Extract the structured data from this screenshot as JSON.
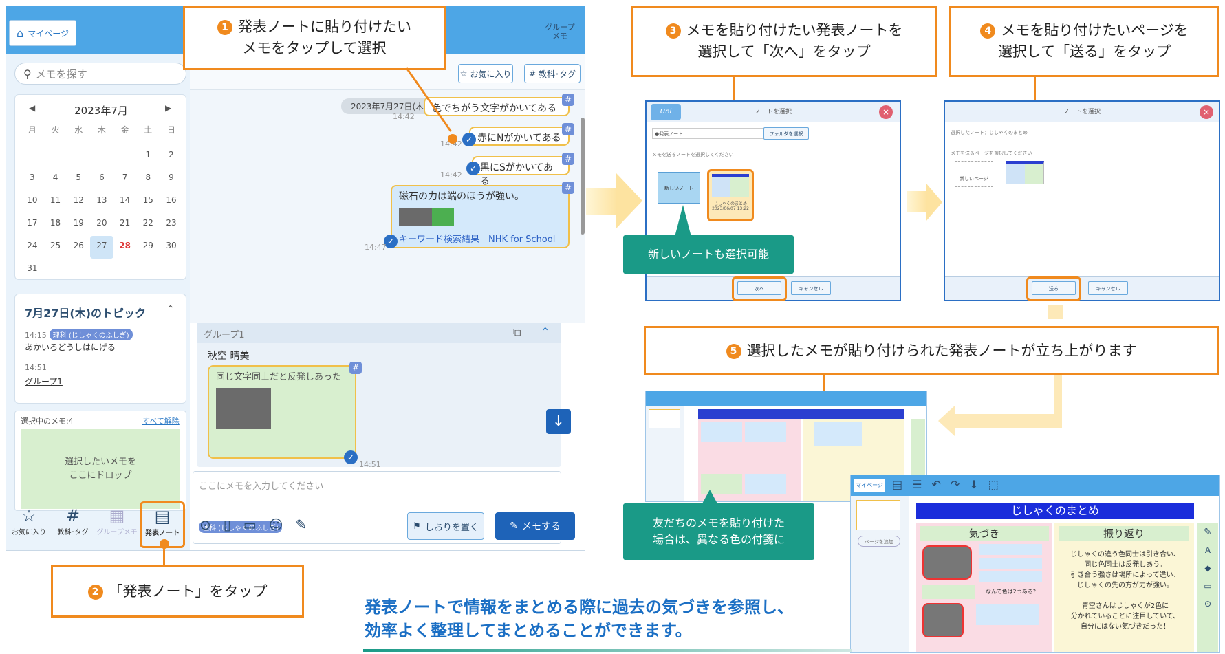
{
  "colors": {
    "accent": "#f08a1e",
    "brand": "#1e63b8",
    "teal": "#1a9a87",
    "caption": "#1b6fc4"
  },
  "app": {
    "mypage": "マイページ",
    "group_memo": "グループ\nメモ",
    "search_placeholder": "メモを探す",
    "calendar": {
      "month": "2023年7月",
      "weekdays": [
        "月",
        "火",
        "水",
        "木",
        "金",
        "土",
        "日"
      ],
      "weeks": [
        [
          "",
          "",
          "",
          "",
          "",
          "1",
          "2"
        ],
        [
          "3",
          "4",
          "5",
          "6",
          "7",
          "8",
          "9"
        ],
        [
          "10",
          "11",
          "12",
          "13",
          "14",
          "15",
          "16"
        ],
        [
          "17",
          "18",
          "19",
          "20",
          "21",
          "22",
          "23"
        ],
        [
          "24",
          "25",
          "26",
          "27",
          "28",
          "29",
          "30"
        ],
        [
          "31",
          "",
          "",
          "",
          "",
          "",
          ""
        ]
      ],
      "today": "27",
      "highlight": "28"
    },
    "topic": {
      "title": "7月27日(木)のトピック",
      "items": [
        {
          "time": "14:15",
          "tag": "理科 (じしゃくのふしぎ)",
          "link": "あかいろどうしはにげる"
        },
        {
          "time": "14:51",
          "tag": "",
          "link": "グループ1"
        }
      ]
    },
    "selection": {
      "count": "選択中のメモ:4",
      "clear": "すべて解除",
      "drop": "選択したいメモを\nここにドロップ"
    },
    "nav": [
      {
        "icon": "☆",
        "label": "お気に入り"
      },
      {
        "icon": "#",
        "label": "教科･タグ"
      },
      {
        "icon": "▦",
        "label": "グループメモ"
      },
      {
        "icon": "▤",
        "label": "発表ノート"
      }
    ],
    "toolbar": {
      "favorite": "お気に入り",
      "subject_tag": "教科･タグ"
    },
    "chat": {
      "date": "2023年7月27日(木)",
      "messages": [
        {
          "text": "色でちがう文字がかいてある",
          "time": "14:42"
        },
        {
          "text": "赤にNがかいてある",
          "time": "14:42"
        },
        {
          "text": "黒にSがかいてある",
          "time": "14:42"
        },
        {
          "text": "磁石の力は端のほうが強い。",
          "link": "キーワード検索結果｜NHK for School",
          "time": "14:47"
        }
      ]
    },
    "group": {
      "title": "グループ1",
      "author": "秋空 晴美",
      "memo": "同じ文字同士だと反発しあった",
      "time": "14:51"
    },
    "input": {
      "placeholder": "ここにメモを入力してください",
      "tag": "理科 (じしゃくのふしぎ)",
      "bookmark": "しおりを置く",
      "memo_button": "メモする"
    }
  },
  "callouts": {
    "c1": {
      "num": "1",
      "text": "発表ノートに貼り付けたい\nメモをタップして選択"
    },
    "c2": {
      "num": "2",
      "text": "「発表ノート」をタップ"
    },
    "c3": {
      "num": "3",
      "text": "メモを貼り付けたい発表ノートを\n選択して「次へ」をタップ"
    },
    "c4": {
      "num": "4",
      "text": "メモを貼り付けたいページを\n選択して「送る」をタップ"
    },
    "c5": {
      "num": "5",
      "text": "選択したメモが貼り付けられた発表ノートが立ち上がります"
    }
  },
  "dialog1": {
    "title": "ノートを選択",
    "field": "●発表ノート",
    "folder_btn": "フォルダを選択",
    "instruction": "メモを送るノートを選択してください",
    "new_note": "新しいノート",
    "note_title": "じしゃくのまとめ",
    "note_date": "2023/06/07 13:22",
    "next": "次へ",
    "cancel": "キャンセル"
  },
  "dialog2": {
    "title": "ノートを選択",
    "selected": "選択したノート：じしゃくのまとめ",
    "instruction": "メモを送るページを選択してください",
    "new_page": "新しいページ",
    "send": "送る",
    "cancel": "キャンセル"
  },
  "teal_notes": {
    "new_note": "新しいノートも選択可能",
    "friend": "友だちのメモを貼り付けた\n場合は、異なる色の付箋に"
  },
  "note_screen": {
    "title": "じしゃくのまとめ",
    "left_heading": "気づき",
    "right_heading": "振り返り",
    "reflection": "じしゃくの違う色同士は引き合い、\n同じ色同士は反発しあう。\n引き合う強さは場所によって違い、\nじしゃくの先の方が力が強い。\n\n青空さんはじしゃくが2色に\n分かれていることに注目していて、\n自分にはない気づきだった！",
    "question": "なんで色は2つある?",
    "add_page": "ページを追加"
  },
  "caption": "発表ノートで情報をまとめる際に過去の気づきを参照し、\n効率よく整理してまとめることができます。"
}
